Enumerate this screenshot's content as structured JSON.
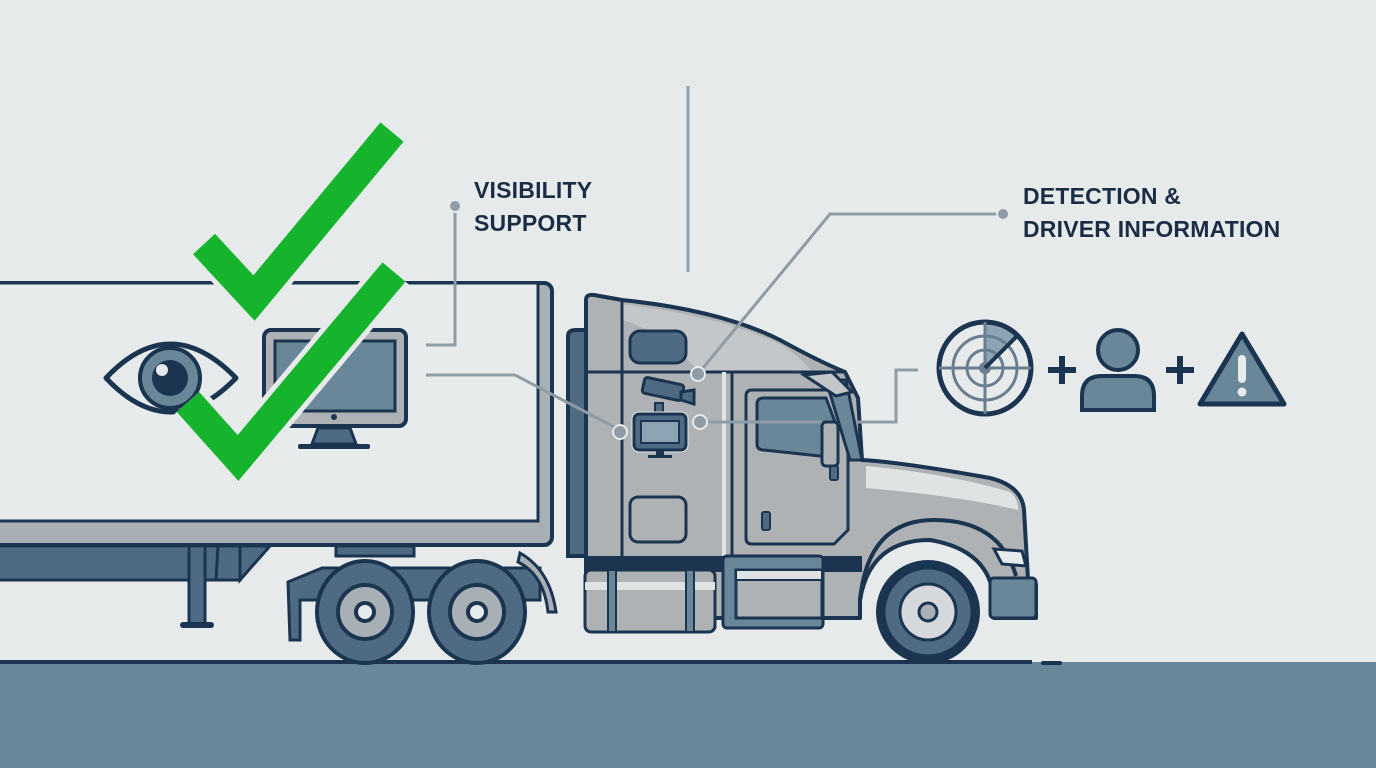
{
  "labels": {
    "visibility": {
      "line1": "Visibility",
      "line2": "Support"
    },
    "detection": {
      "line1": "Detection &",
      "line2": "Driver Information"
    }
  },
  "icons": {
    "left_group": [
      "eye-icon",
      "monitor-icon",
      "check-icon",
      "check-icon"
    ],
    "truck_mounted": [
      "camera-icon",
      "monitor-icon"
    ],
    "right_group": [
      "radar-icon",
      "plus-icon",
      "person-icon",
      "plus-icon",
      "warning-icon"
    ]
  },
  "colors": {
    "background": "#e6eaeb",
    "ground": "#6a8699",
    "outline": "#1b3450",
    "truck_body": "#aeb2b5",
    "accent_blue": "#5f7d94",
    "check_green": "#16b42c",
    "callout_line": "#8f9ca6",
    "text": "#1b2d44"
  }
}
